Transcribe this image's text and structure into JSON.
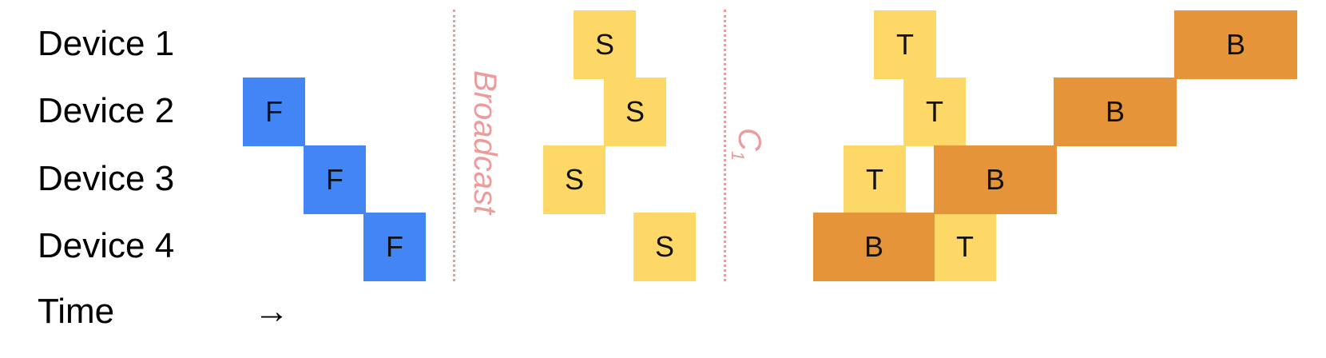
{
  "rows": {
    "device1": "Device 1",
    "device2": "Device 2",
    "device3": "Device 3",
    "device4": "Device 4",
    "time": "Time"
  },
  "time_arrow": "→",
  "dividers": {
    "broadcast": "Broadcast",
    "c1": "C",
    "c1_sub": "1"
  },
  "blocks": {
    "F": "F",
    "S": "S",
    "T": "T",
    "B": "B"
  },
  "colors": {
    "F": "#4285f4",
    "S": "#fdd866",
    "T": "#fdd866",
    "B": "#e6943a",
    "divider": "#ef9a9a"
  }
}
